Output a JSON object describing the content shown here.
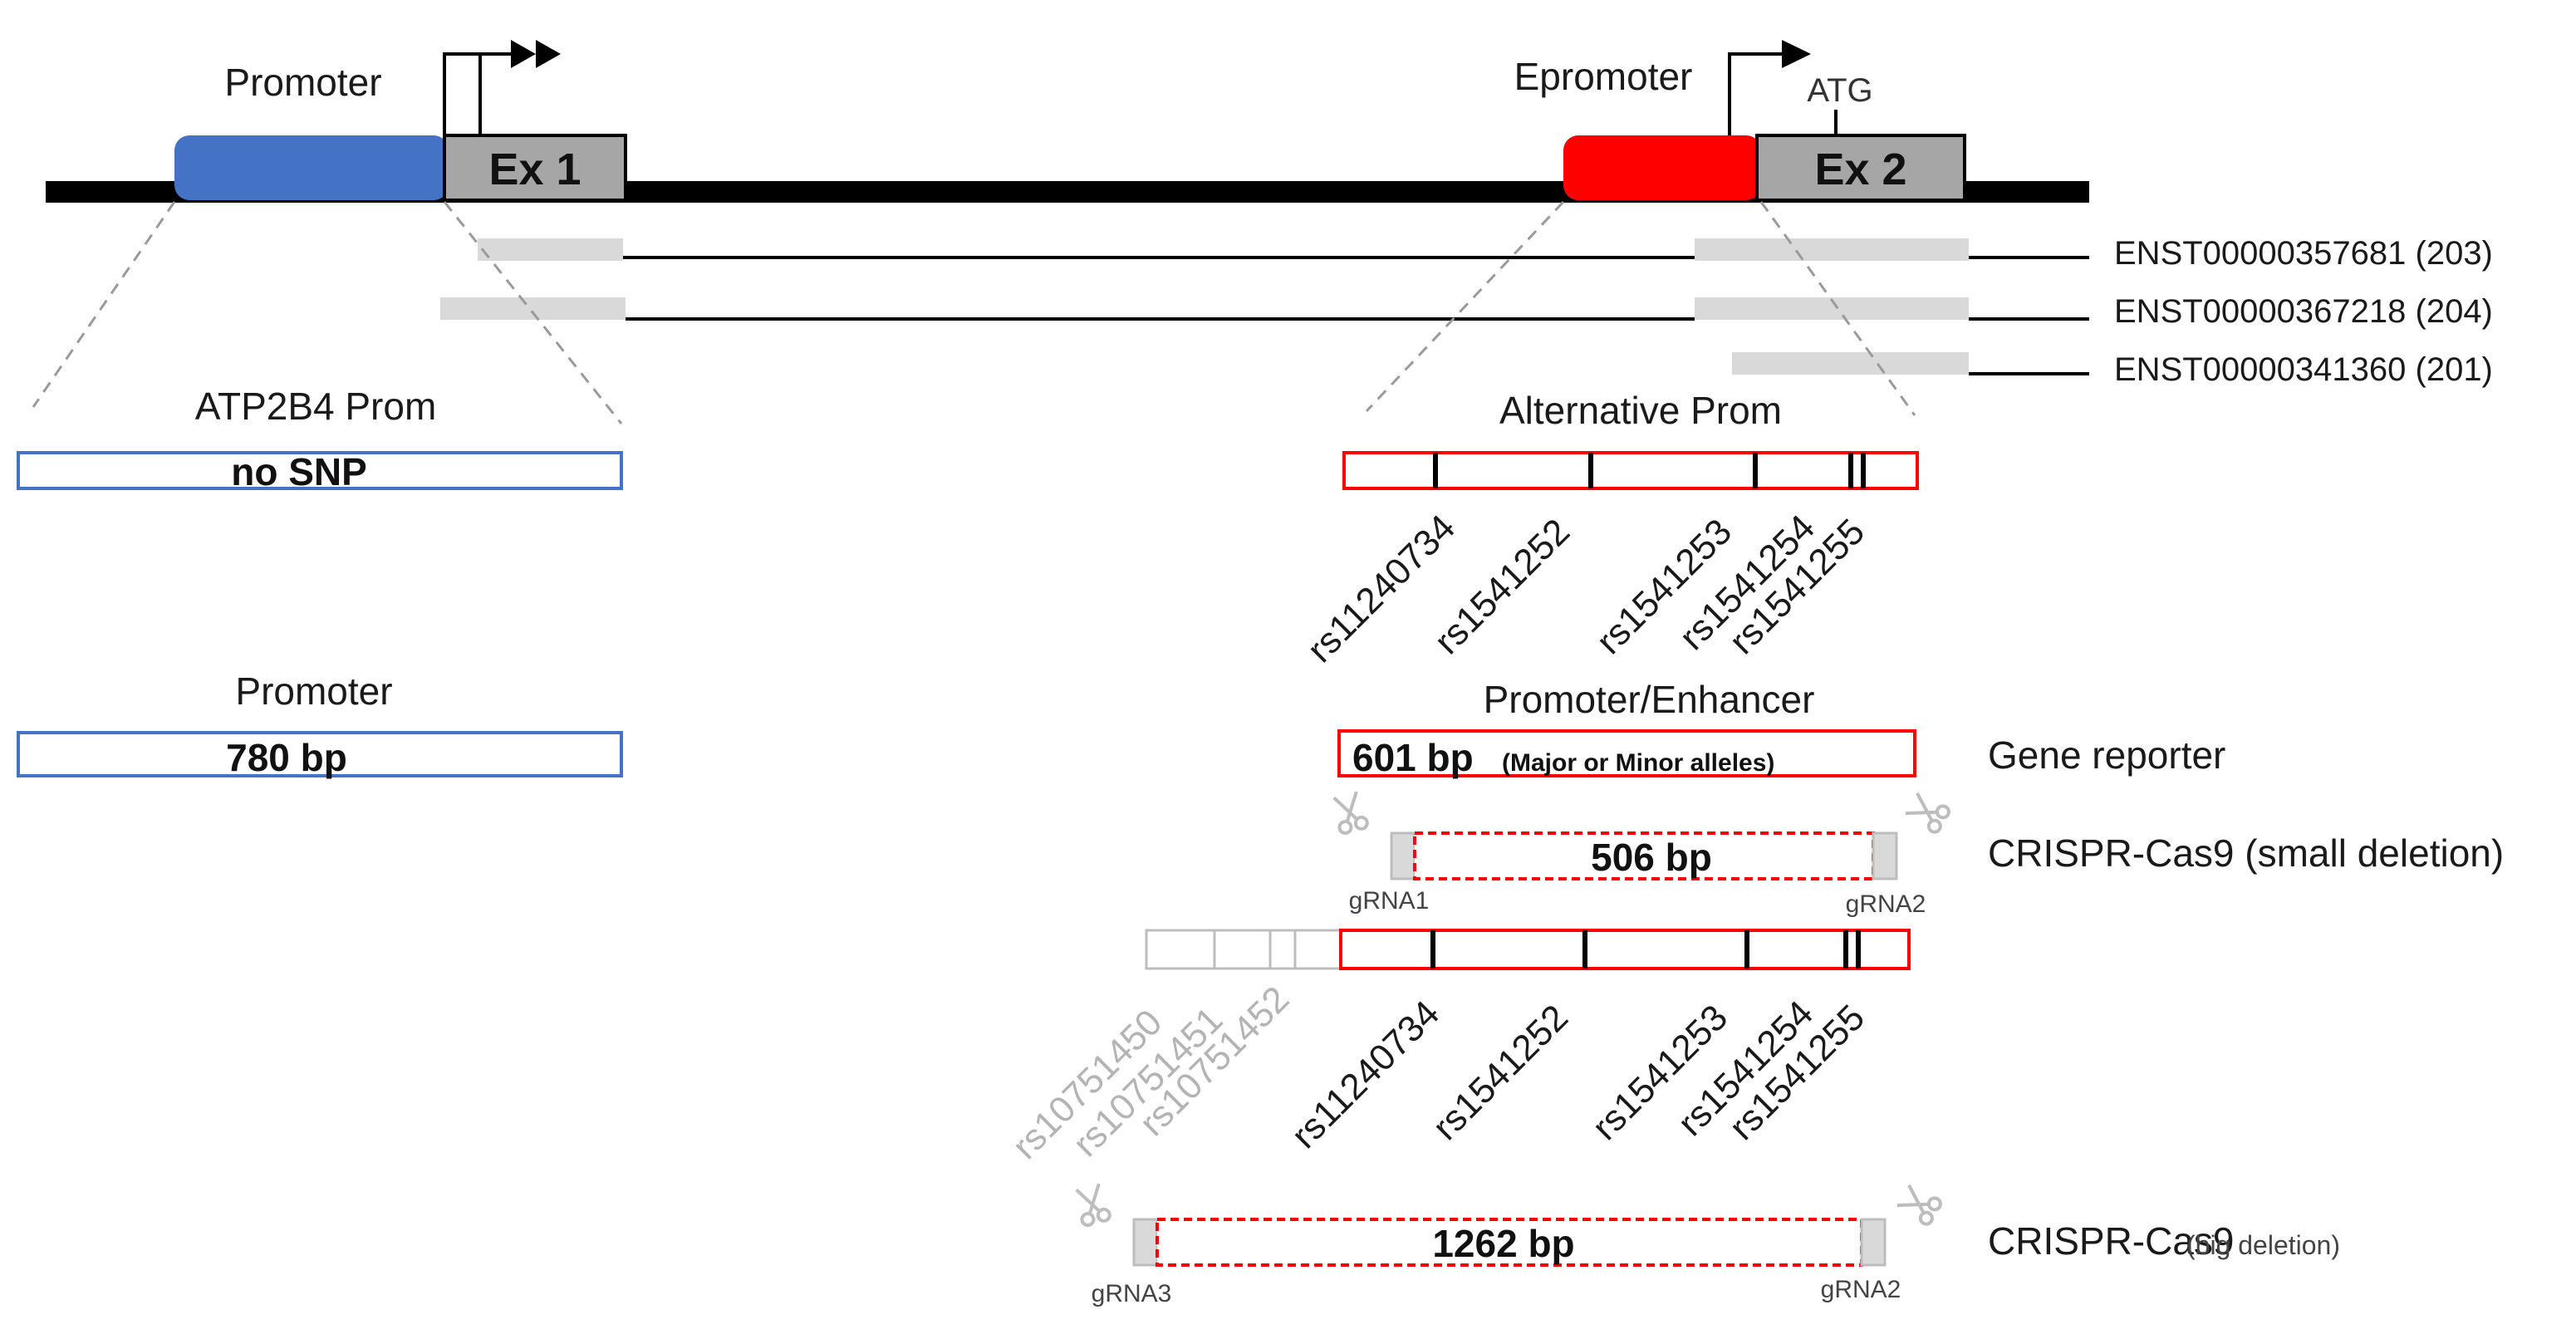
{
  "colors": {
    "promoter": "#4472c4",
    "epromoter": "#ff0000",
    "exon": "#a6a6a6",
    "transcript_box": "#d9d9d9",
    "snp_grey": "#b4b4b4"
  },
  "gene": {
    "promoter_label": "Promoter",
    "epromoter_label": "Epromoter",
    "exon1_label": "Ex 1",
    "exon2_label": "Ex 2",
    "atg_label": "ATG"
  },
  "transcripts": [
    {
      "id": "ENST00000357681 (203)"
    },
    {
      "id": "ENST00000367218 (204)"
    },
    {
      "id": "ENST00000341360 (201)"
    }
  ],
  "left": {
    "prom_title": "ATP2B4 Prom",
    "prom_box_text": "no SNP",
    "promoter_title": "Promoter",
    "promoter_size": "780 bp"
  },
  "right": {
    "alt_prom_title": "Alternative Prom",
    "snps": [
      "rs11240734",
      "rs1541252",
      "rs1541253",
      "rs1541254",
      "rs1541255"
    ],
    "prom_enh_title": "Promoter/Enhancer",
    "reporter_size": "601 bp",
    "reporter_note": "(Major or Minor alleles)",
    "reporter_label": "Gene reporter",
    "small_deletion_size": "506 bp",
    "small_deletion_label": "CRISPR-Cas9 (small deletion)",
    "grna1": "gRNA1",
    "grna2": "gRNA2",
    "grna3": "gRNA3",
    "extra_snps": [
      "rs10751450",
      "rs10751451",
      "rs10751452"
    ],
    "big_deletion_size": "1262 bp",
    "big_deletion_label": "CRISPR-Cas9",
    "big_deletion_note": "(big deletion)"
  },
  "icons": {
    "scissors": "scissors-icon",
    "tss_arrow": "tss-arrow-icon"
  }
}
